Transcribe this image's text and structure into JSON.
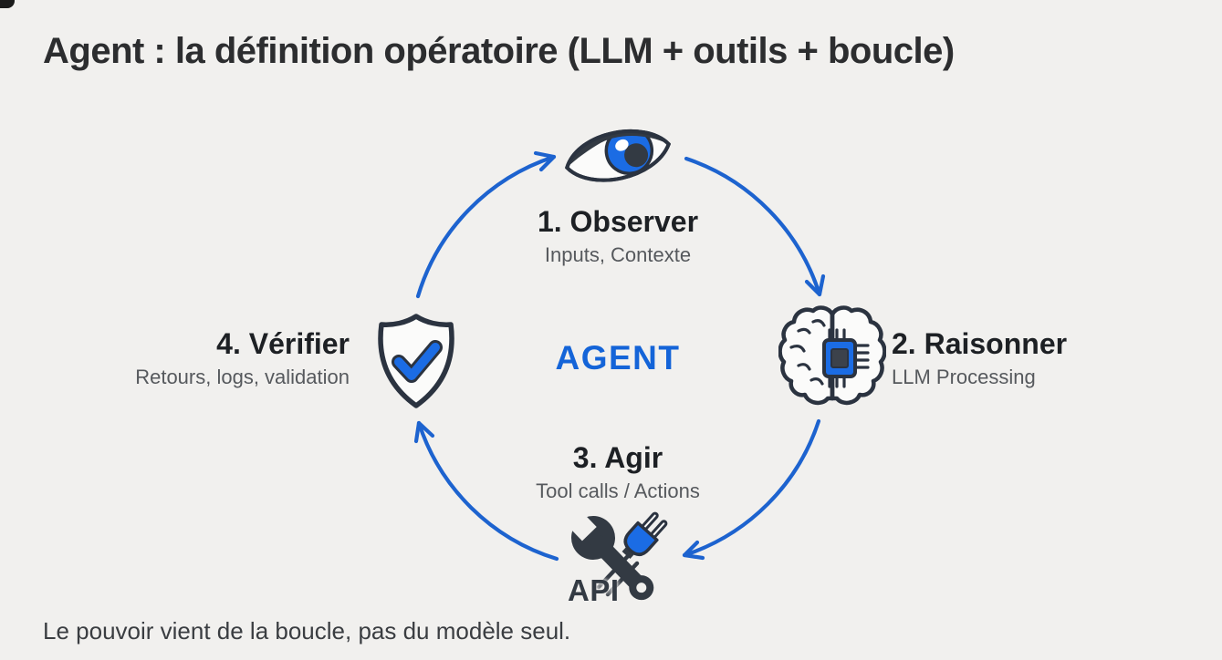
{
  "slide": {
    "title": "Agent : la définition opératoire (LLM + outils + boucle)",
    "center_label": "AGENT",
    "footer": "Le pouvoir vient de la boucle, pas du modèle seul.",
    "steps": {
      "observer": {
        "title": "1. Observer",
        "subtitle": "Inputs, Contexte",
        "icon": "eye-icon"
      },
      "raisonner": {
        "title": "2. Raisonner",
        "subtitle": "LLM Processing",
        "icon": "brain-chip-icon"
      },
      "agir": {
        "title": "3. Agir",
        "subtitle": "Tool calls / Actions",
        "icon": "wrench-plug-icon",
        "icon_label": "API"
      },
      "verifier": {
        "title": "4. Vérifier",
        "subtitle": "Retours, logs, validation",
        "icon": "shield-check-icon"
      }
    },
    "cycle_direction": "clockwise",
    "colors": {
      "background": "#f1f0ee",
      "accent_blue": "#1464d8",
      "arrow_blue": "#1d63cf",
      "icon_blue": "#1b6ce4",
      "icon_dark": "#333a43",
      "icon_outline": "#2b3340",
      "icon_fill": "#fbfbfa",
      "title_text": "#2c2d2f",
      "step_title_text": "#1d2024",
      "subtitle_text": "#56595d",
      "footer_text": "#3a3d41"
    }
  }
}
